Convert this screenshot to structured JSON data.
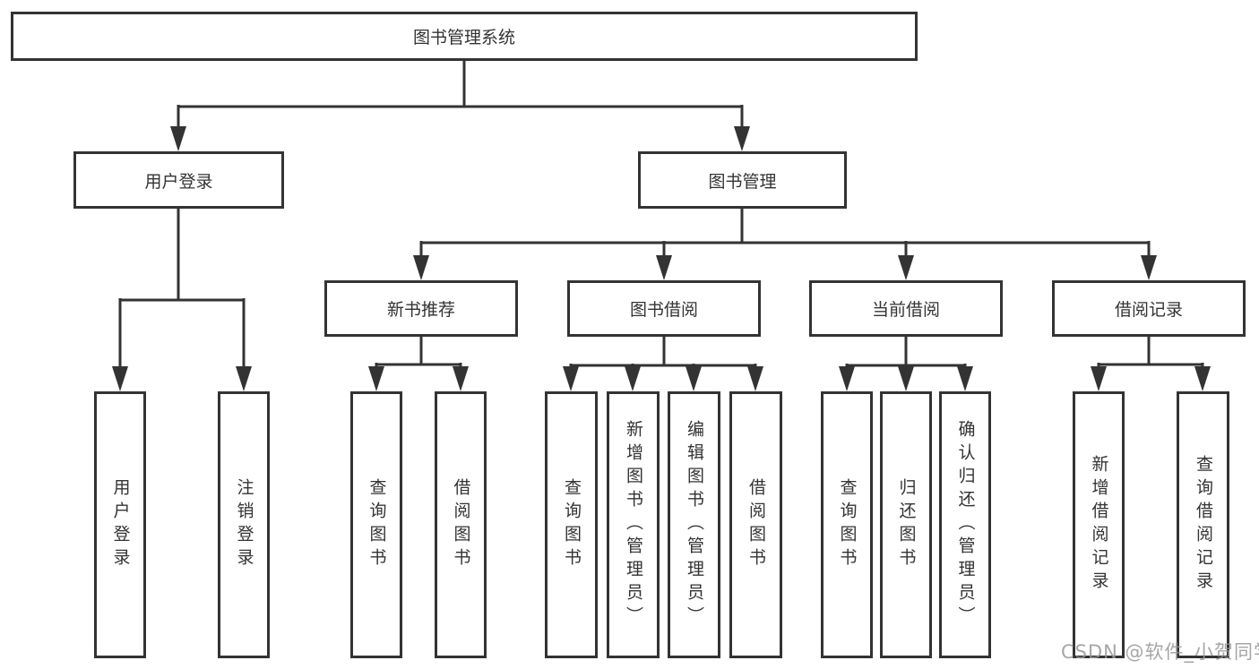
{
  "tree": {
    "label": "图书管理系统",
    "children": [
      {
        "label": "用户登录",
        "children": [
          {
            "label": "用户登录"
          },
          {
            "label": "注销登录"
          }
        ]
      },
      {
        "label": "图书管理",
        "children": [
          {
            "label": "新书推荐",
            "children": [
              {
                "label": "查询图书"
              },
              {
                "label": "借阅图书"
              }
            ]
          },
          {
            "label": "图书借阅",
            "children": [
              {
                "label": "查询图书"
              },
              {
                "label": "新增图书（管理员）"
              },
              {
                "label": "编辑图书（管理员）"
              },
              {
                "label": "借阅图书"
              }
            ]
          },
          {
            "label": "当前借阅",
            "children": [
              {
                "label": "查询图书"
              },
              {
                "label": "归还图书"
              },
              {
                "label": "确认归还（管理员）"
              }
            ]
          },
          {
            "label": "借阅记录",
            "children": [
              {
                "label": "新增借阅记录"
              },
              {
                "label": "查询借阅记录"
              }
            ]
          }
        ]
      }
    ]
  },
  "watermark": {
    "text": "CSDN @软件_小贺同学"
  },
  "colors": {
    "line": "#333333",
    "box_border": "#333333",
    "box_background": "#ffffff",
    "watermark": "#969696"
  }
}
